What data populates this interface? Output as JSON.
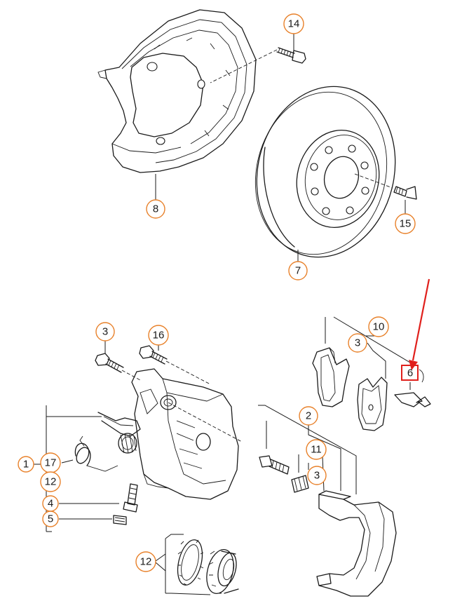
{
  "diagram": {
    "callouts": [
      {
        "id": "c14",
        "label": "14"
      },
      {
        "id": "c8",
        "label": "8"
      },
      {
        "id": "c15",
        "label": "15"
      },
      {
        "id": "c7",
        "label": "7"
      },
      {
        "id": "c3a",
        "label": "3"
      },
      {
        "id": "c16",
        "label": "16"
      },
      {
        "id": "c10",
        "label": "10"
      },
      {
        "id": "c3b",
        "label": "3"
      },
      {
        "id": "c6",
        "label": "6"
      },
      {
        "id": "c2",
        "label": "2"
      },
      {
        "id": "c11",
        "label": "11"
      },
      {
        "id": "c3c",
        "label": "3"
      },
      {
        "id": "c1",
        "label": "1"
      },
      {
        "id": "c17",
        "label": "17"
      },
      {
        "id": "c12a",
        "label": "12"
      },
      {
        "id": "c4",
        "label": "4"
      },
      {
        "id": "c5",
        "label": "5"
      },
      {
        "id": "c12b",
        "label": "12"
      }
    ],
    "highlight": {
      "target": "6",
      "color": "#e0201c"
    },
    "colors": {
      "callout_ring": "#e8812a",
      "line_art": "#1a1a1a",
      "highlight": "#e0201c"
    }
  }
}
